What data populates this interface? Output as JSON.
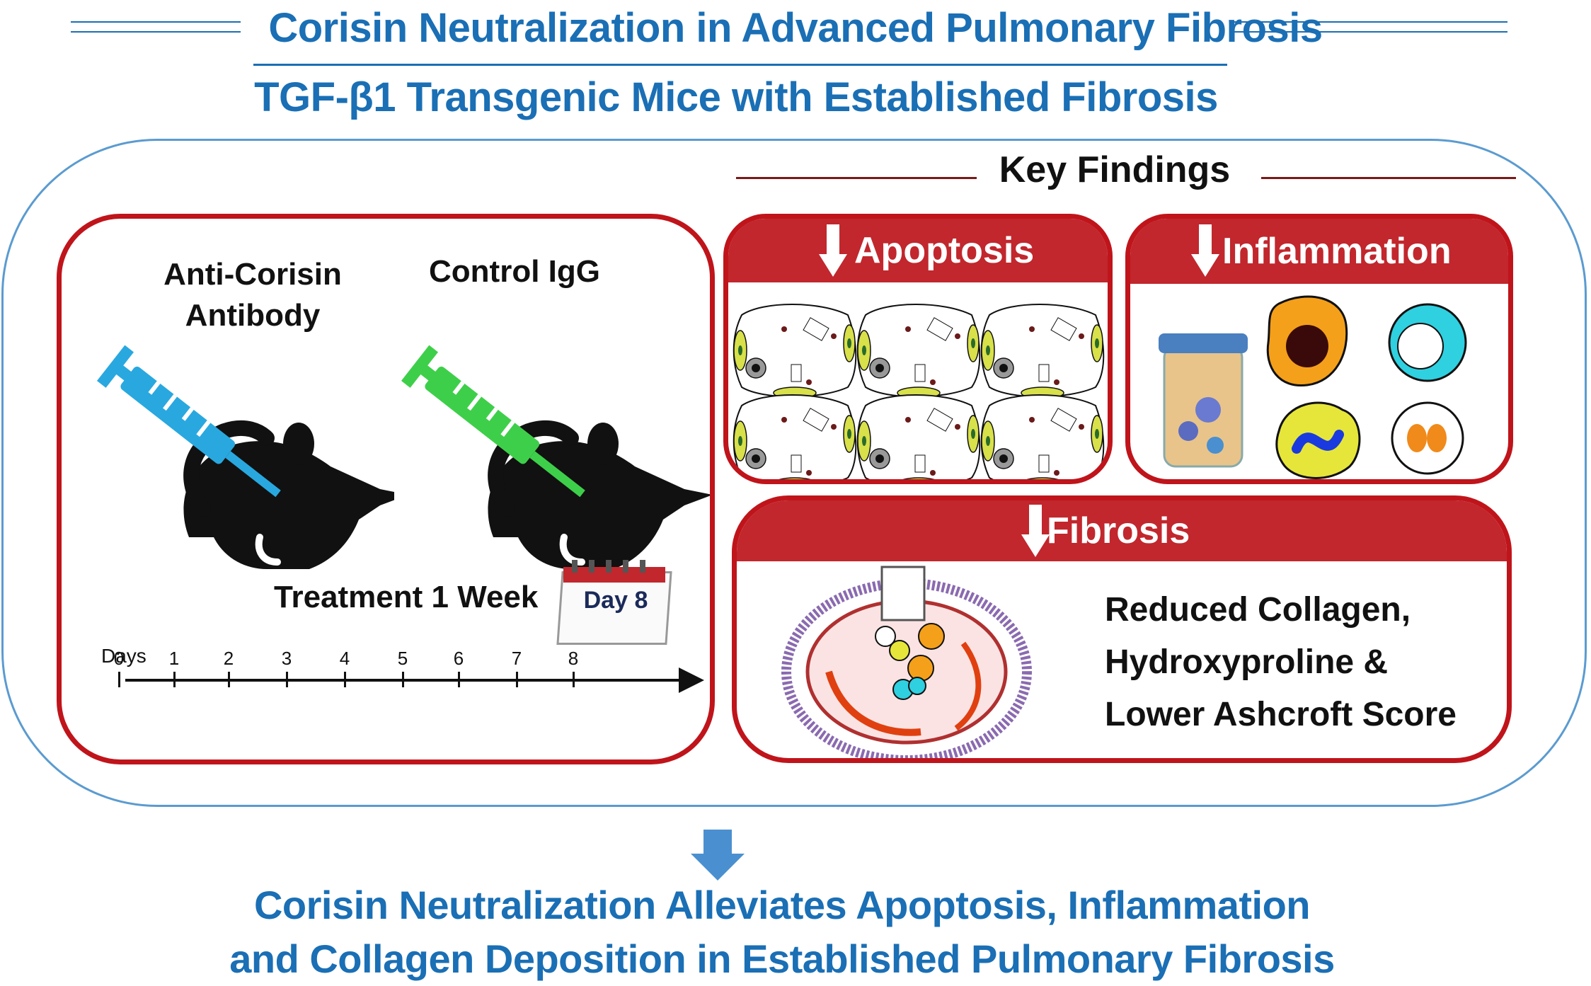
{
  "title": "Corisin Neutralization in Advanced Pulmonary Fibrosis",
  "subtitle": "TGF-β1 Transgenic Mice with Established Fibrosis",
  "key_findings_title": "Key Findings",
  "treatment": {
    "anti_corisin_line1": "Anti-Corisin",
    "anti_corisin_line2": "Antibody",
    "control": "Control IgG",
    "duration": "Treatment 1 Week",
    "calendar_label": "Day 8",
    "days_axis_label": "Days",
    "days": [
      "0",
      "1",
      "2",
      "3",
      "4",
      "5",
      "6",
      "7",
      "8"
    ]
  },
  "findings": {
    "apoptosis": "Apoptosis",
    "inflammation": "Inflammation",
    "fibrosis": "Fibrosis",
    "fibrosis_text_line1": "Reduced Collagen,",
    "fibrosis_text_line2": "Hydroxyproline &",
    "fibrosis_text_line3": "Lower Ashcroft Score"
  },
  "conclusion": {
    "line1": "Corisin Neutralization Alleviates Apoptosis, Inflammation",
    "line2": "and Collagen Deposition in Established Pulmonary Fibrosis"
  },
  "colors": {
    "title_blue": "#1a6fb5",
    "frame_blue": "#5b9bd0",
    "box_red": "#c0141b",
    "header_red": "#c1272d",
    "syringe_blue": "#29a8e0",
    "syringe_green": "#3ecf4a",
    "arrow_blue": "#4a90d0"
  },
  "icons": [
    "syringe-icon",
    "mouse-icon",
    "calendar-icon",
    "down-arrow-icon",
    "alveoli-icon",
    "cell-icon",
    "lung-icon"
  ]
}
